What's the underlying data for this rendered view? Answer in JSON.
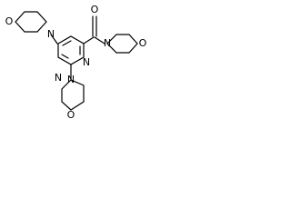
{
  "molecule": {
    "atoms": {
      "morpholine_left_o": "O",
      "morpholine_left_n": "N",
      "pyrimidine_n_left": "N",
      "pyrimidine_n_right": "N",
      "carbonyl_o": "O",
      "amide_n": "N",
      "morpholine_right_o": "O",
      "morpholine_bottom_n": "N",
      "morpholine_bottom_o": "O"
    },
    "colors": {
      "bond": "#000000",
      "label": "#000000",
      "background": "#ffffff"
    }
  }
}
